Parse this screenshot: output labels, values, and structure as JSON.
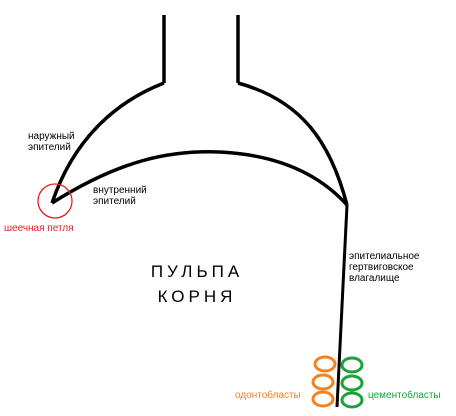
{
  "labels": {
    "outer_epithelium": "наружный\nэпителий",
    "inner_epithelium": "внутренний\nэпителий",
    "cervical_loop": "шеечная петля",
    "root_pulp_line1": "ПУЛЬПА",
    "root_pulp_line2": "КОРНЯ",
    "hertwig_sheath": "эпителиальное\nгертвиговское\nвлагалище",
    "odontoblasts": "одонтобласты",
    "cementoblasts": "цементобласты"
  },
  "colors": {
    "outline": "#000000",
    "cervical_loop": "#e21f26",
    "odontoblasts": "#f5821f",
    "cementoblasts": "#1aa33a"
  }
}
